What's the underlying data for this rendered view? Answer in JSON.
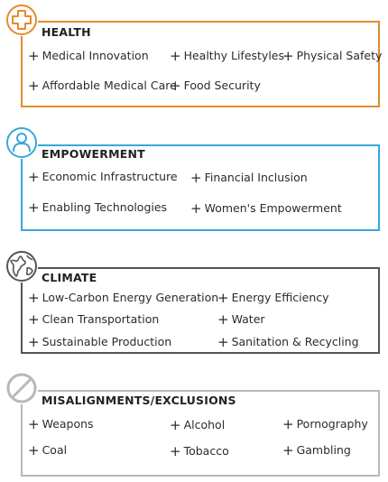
{
  "sections": [
    {
      "title": "HEALTH",
      "icon": "medical-cross-icon",
      "color": "#e58a2b",
      "items": [
        "Medical Innovation",
        "Healthy Lifestyles",
        "Physical Safety",
        "Affordable Medical Care",
        "Food Security"
      ]
    },
    {
      "title": "EMPOWERMENT",
      "icon": "person-icon",
      "color": "#3aa6dd",
      "items": [
        "Economic Infrastructure",
        "Financial Inclusion",
        "Enabling Technologies",
        "Women's Empowerment"
      ]
    },
    {
      "title": "CLIMATE",
      "icon": "globe-icon",
      "color": "#555555",
      "items": [
        "Low-Carbon Energy Generation",
        "Energy Efficiency",
        "Clean Transportation",
        "Water",
        "Sustainable Production",
        "Sanitation & Recycling"
      ]
    },
    {
      "title": "MISALIGNMENTS/EXCLUSIONS",
      "icon": "prohibited-icon",
      "color": "#b8b8b8",
      "items": [
        "Weapons",
        "Alcohol",
        "Pornography",
        "Coal",
        "Tobacco",
        "Gambling"
      ]
    }
  ],
  "plus_symbol": "+"
}
